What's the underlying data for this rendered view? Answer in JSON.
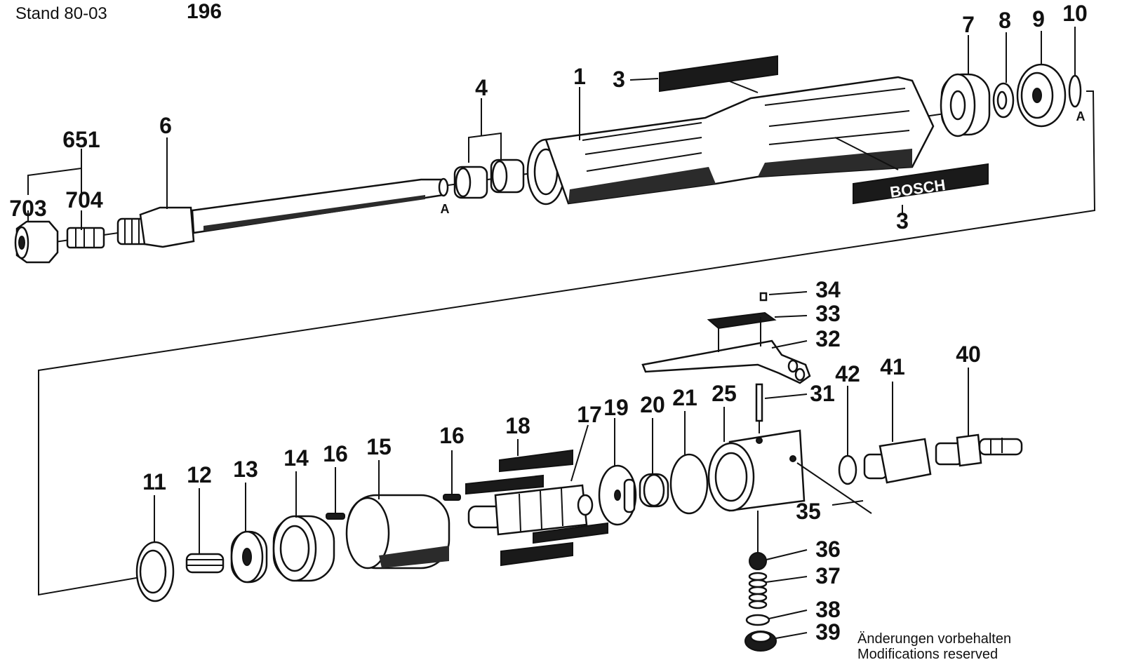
{
  "header": {
    "stand": "Stand 80-03",
    "page_number": "196"
  },
  "notes": {
    "line1": "Änderungen vorbehalten",
    "line2": "Modifications reserved"
  },
  "decal_text": "BOSCH",
  "marker": "A",
  "callouts": {
    "c1": "1",
    "c3a": "3",
    "c3b": "3",
    "c4": "4",
    "c6": "6",
    "c7": "7",
    "c8": "8",
    "c9": "9",
    "c10": "10",
    "c11": "11",
    "c12": "12",
    "c13": "13",
    "c14": "14",
    "c15": "15",
    "c16a": "16",
    "c16b": "16",
    "c17": "17",
    "c18": "18",
    "c19": "19",
    "c20": "20",
    "c21": "21",
    "c25": "25",
    "c31": "31",
    "c32": "32",
    "c33": "33",
    "c34": "34",
    "c35": "35",
    "c36": "36",
    "c37": "37",
    "c38": "38",
    "c39": "39",
    "c40": "40",
    "c41": "41",
    "c42": "42",
    "c651": "651",
    "c703": "703",
    "c704": "704"
  }
}
